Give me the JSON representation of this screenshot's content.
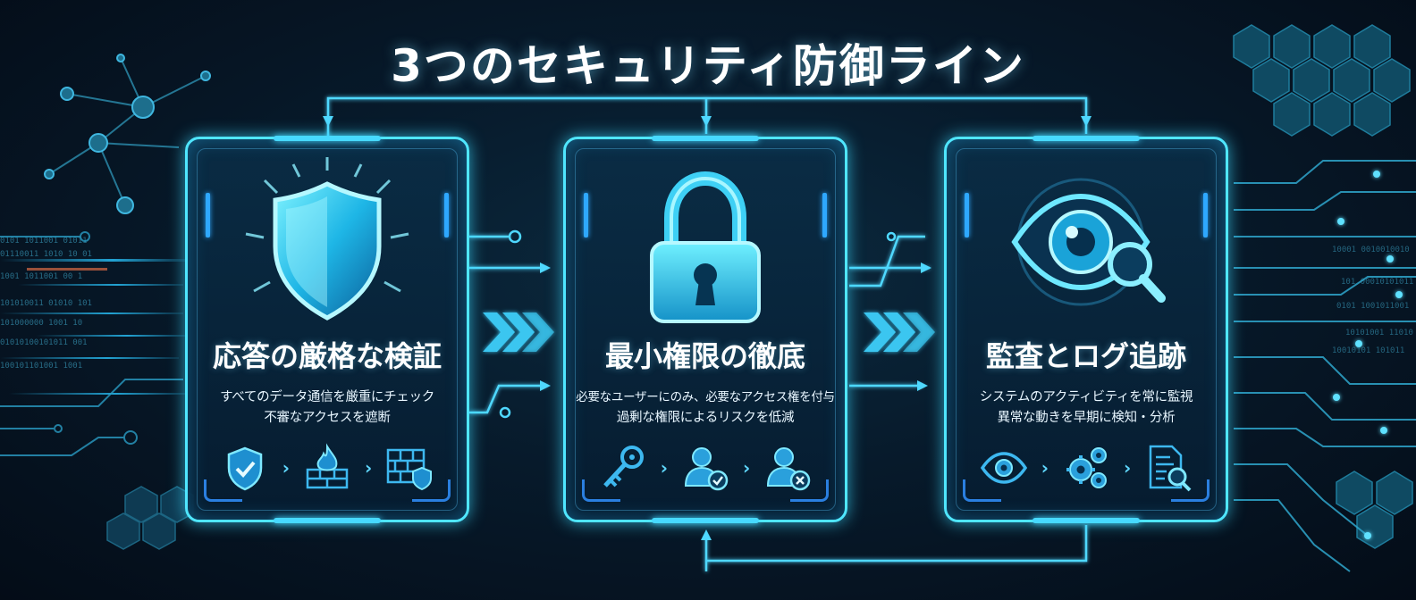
{
  "title": "3つのセキュリティ防御ライン",
  "colors": {
    "accent": "#4fe6ff",
    "deep": "#071a2b",
    "icon_blue": "#2aa8e0"
  },
  "cards": [
    {
      "title": "応答の厳格な検証",
      "desc": [
        "すべてのデータ通信を厳重にチェック",
        "不審なアクセスを遮断"
      ],
      "main_icon": "shield-icon",
      "steps": [
        "shield-check-icon",
        "firewall-fire-icon",
        "brick-wall-shield-icon"
      ],
      "chevron": "›"
    },
    {
      "title": "最小権限の徹底",
      "desc": [
        "必要なユーザーにのみ、必要なアクセス権を付与",
        "過剰な権限によるリスクを低減"
      ],
      "main_icon": "padlock-icon",
      "steps": [
        "key-icon",
        "user-check-icon",
        "user-denied-icon"
      ],
      "chevron": "›"
    },
    {
      "title": "監査とログ追跡",
      "desc": [
        "システムのアクティビティを常に監視",
        "異常な動きを早期に検知・分析"
      ],
      "main_icon": "eye-magnifier-icon",
      "steps": [
        "eye-icon",
        "gears-icon",
        "document-search-icon"
      ],
      "chevron": "›"
    }
  ]
}
